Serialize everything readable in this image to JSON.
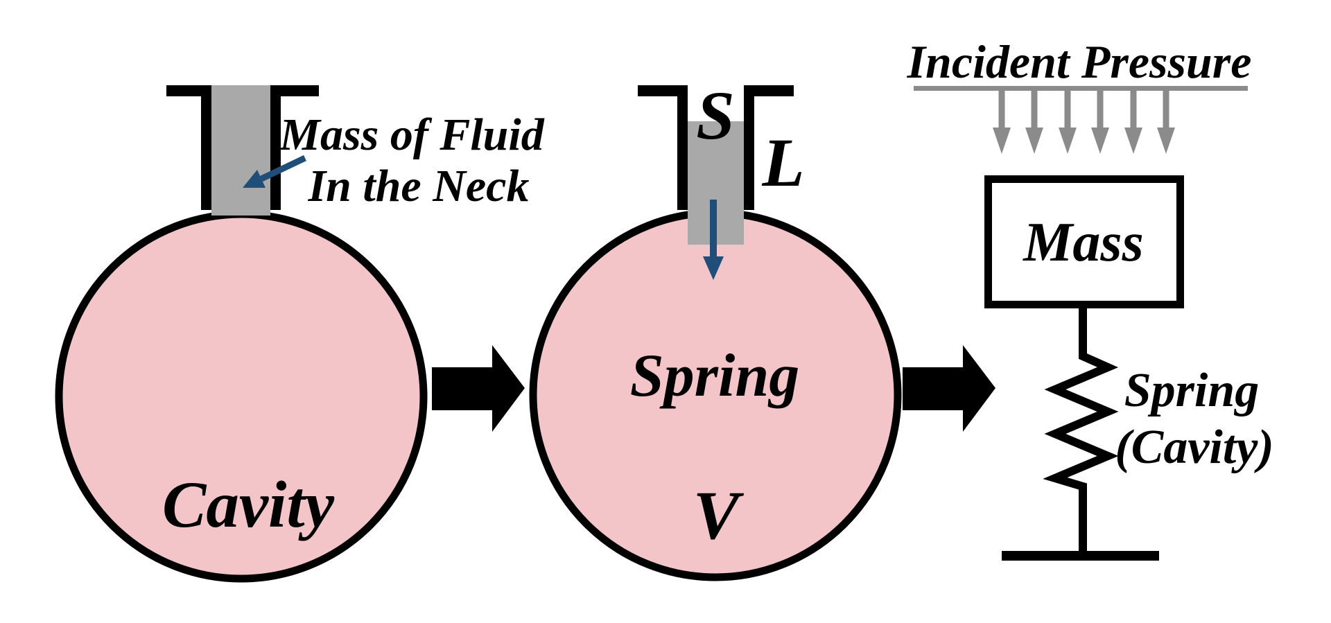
{
  "figure": {
    "description_labels": {
      "left_neck_line1": "Mass of Fluid",
      "left_neck_line2": "In the Neck",
      "left_cavity": "Cavity",
      "mid_neck_area": "S",
      "mid_neck_length": "L",
      "mid_spring": "Spring",
      "mid_volume": "V",
      "right_title": "Incident Pressure",
      "right_mass": "Mass",
      "right_spring_line1": "Spring",
      "right_spring_line2": "(Cavity)"
    }
  },
  "left_diagram": {
    "neck_label_line1": "Mass of Fluid",
    "neck_label_line2": "In the Neck",
    "cavity_label": "Cavity"
  },
  "middle_diagram": {
    "area_label": "S",
    "length_label": "L",
    "spring_label": "Spring",
    "volume_label": "V"
  },
  "right_diagram": {
    "title": "Incident Pressure",
    "mass_label": "Mass",
    "spring_label_line1": "Spring",
    "spring_label_line2": "(Cavity)"
  },
  "icons": {
    "flow_arrow": "right-block-arrow",
    "pressure_arrow": "down-arrow",
    "neck_pointer_arrow": "down-left-arrow",
    "plug_motion_arrow": "down-arrow",
    "spring_symbol": "zigzag-spring"
  },
  "colors": {
    "bg": "#ffffff",
    "ink": "#000000",
    "pink": "#f3c5c9",
    "neck_gray": "#a9a9a9",
    "arrow_gray": "#8b8b8b",
    "arrow_blue": "#1f4e79"
  }
}
